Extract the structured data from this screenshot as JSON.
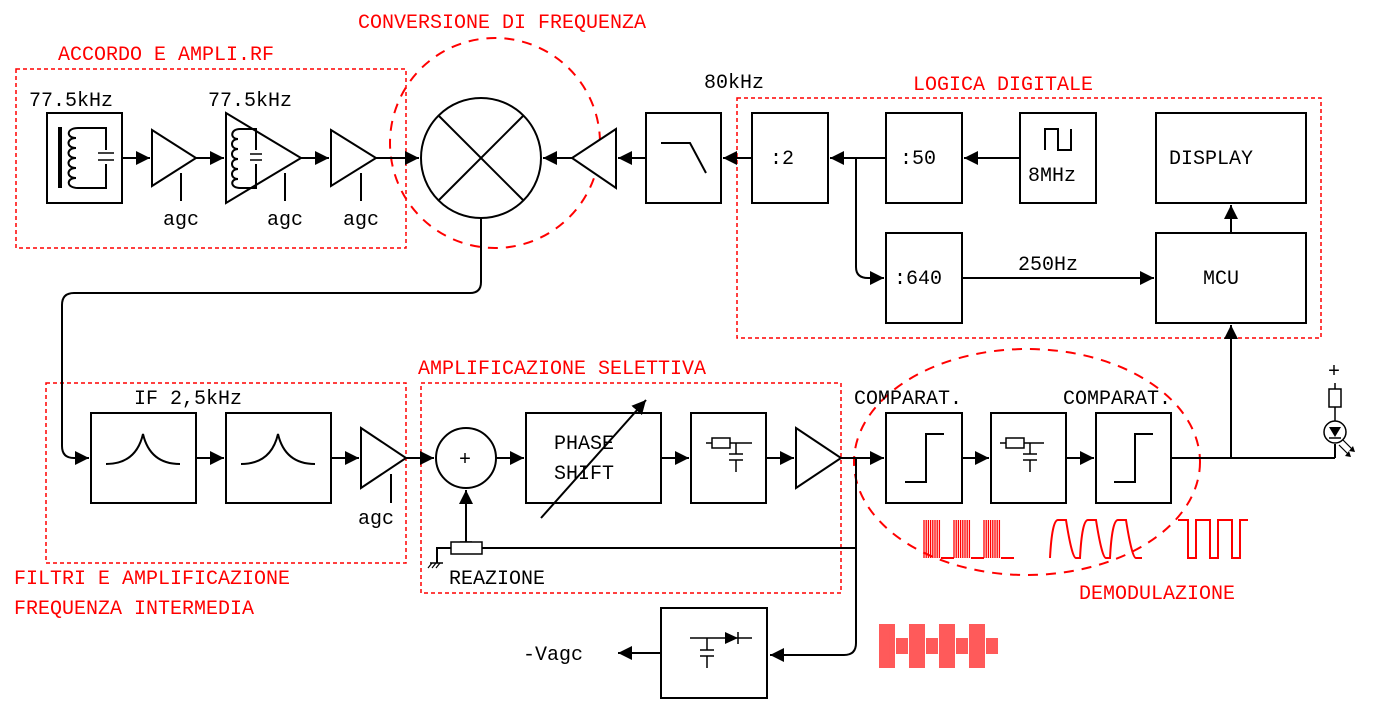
{
  "colors": {
    "annotation": "#ff0000",
    "line": "#000000",
    "background": "#ffffff"
  },
  "groups": {
    "rf": "ACCORDO E AMPLI.RF",
    "conversion": "CONVERSIONE DI FREQUENZA",
    "digital": "LOGICA DIGITALE",
    "if_line1": "FILTRI E AMPLIFICAZIONE",
    "if_line2": "FREQUENZA INTERMEDIA",
    "selective": "AMPLIFICAZIONE SELETTIVA",
    "demod": "DEMODULAZIONE"
  },
  "labels": {
    "freq_antenna": "77.5kHz",
    "freq_tuned_amp": "77.5kHz",
    "agc1": "agc",
    "agc2": "agc",
    "agc3": "agc",
    "agc_if": "agc",
    "lo_freq": "80kHz",
    "div2": ":2",
    "div50": ":50",
    "osc_freq": "8MHz",
    "display": "DISPLAY",
    "div640": ":640",
    "ref_freq": "250Hz",
    "mcu": "MCU",
    "if_freq": "IF 2,5kHz",
    "summer": "+",
    "phase_line1": "PHASE",
    "phase_line2": "SHIFT",
    "feedback": "REAZIONE",
    "comparator1": "COMPARAT.",
    "comparator2": "COMPARAT.",
    "led_supply": "+",
    "vagc": "-Vagc"
  },
  "icons": {
    "antenna": "ferrite-antenna-lc-icon",
    "amplifier": "triangle-amplifier-icon",
    "mixer": "circle-x-mixer-icon",
    "lowpass": "lowpass-filter-icon",
    "bandpass": "bandpass-filter-icon",
    "rc_filter": "rc-lowpass-icon",
    "comparator": "schmitt-step-icon",
    "oscillator": "square-wave-icon",
    "led": "led-icon",
    "rectifier": "diode-capacitor-icon"
  }
}
